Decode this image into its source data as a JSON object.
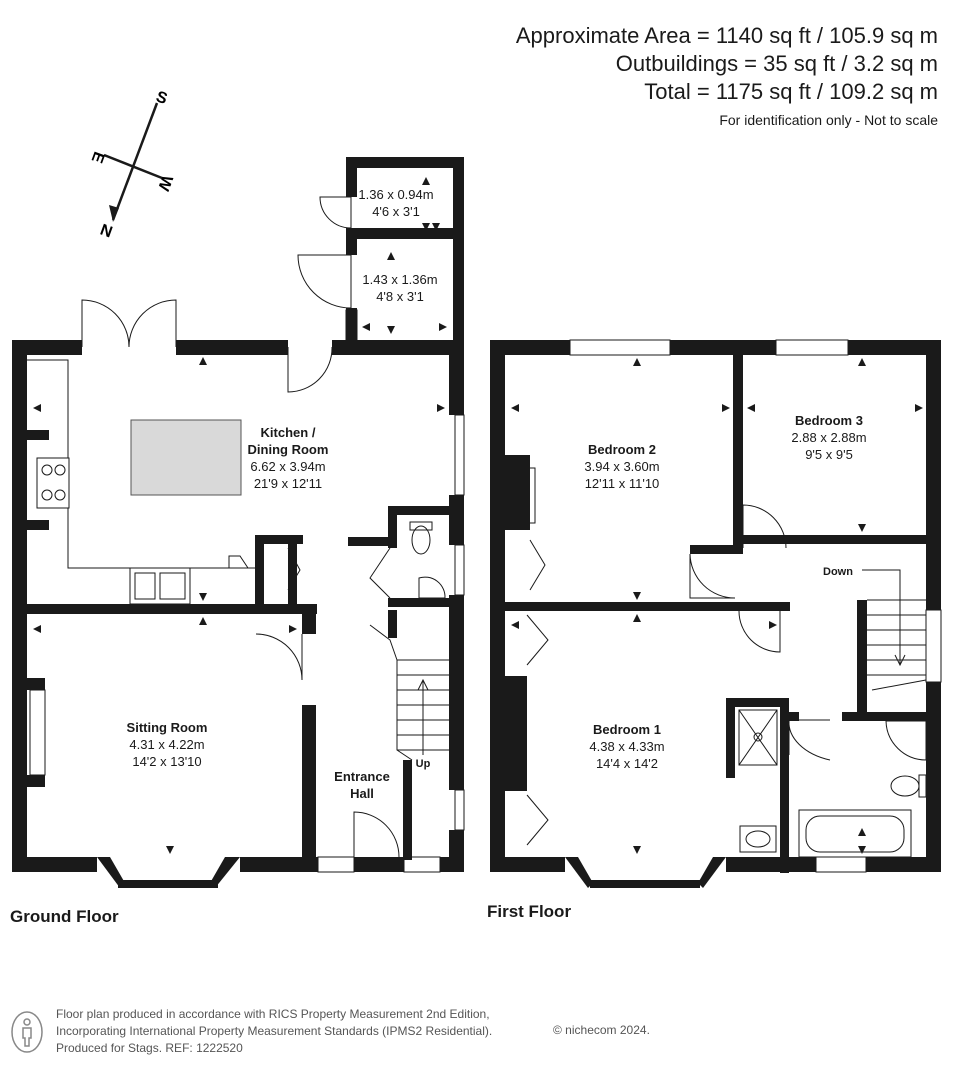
{
  "summary": {
    "approx_area": "Approximate Area = 1140 sq ft / 105.9 sq m",
    "outbuildings": "Outbuildings = 35 sq ft / 3.2 sq m",
    "total": "Total = 1175 sq ft / 109.2 sq m",
    "disclaimer": "For identification only - Not to scale"
  },
  "compass": {
    "s": "S",
    "e": "E",
    "w": "W",
    "n": "N"
  },
  "floors": {
    "ground": "Ground Floor",
    "first": "First Floor"
  },
  "rooms": {
    "outbuilding_1": {
      "metric": "1.36 x 0.94m",
      "imperial": "4'6 x 3'1"
    },
    "outbuilding_2": {
      "metric": "1.43 x 1.36m",
      "imperial": "4'8 x 3'1"
    },
    "kitchen": {
      "name_line1": "Kitchen /",
      "name_line2": "Dining Room",
      "metric": "6.62 x 3.94m",
      "imperial": "21'9 x 12'11"
    },
    "sitting": {
      "name": "Sitting Room",
      "metric": "4.31 x 4.22m",
      "imperial": "14'2 x 13'10"
    },
    "hall": {
      "name_line1": "Entrance",
      "name_line2": "Hall",
      "stairs": "Up"
    },
    "bedroom2": {
      "name": "Bedroom 2",
      "metric": "3.94 x 3.60m",
      "imperial": "12'11 x 11'10"
    },
    "bedroom3": {
      "name": "Bedroom 3",
      "metric": "2.88 x 2.88m",
      "imperial": "9'5 x 9'5"
    },
    "bedroom1": {
      "name": "Bedroom 1",
      "metric": "4.38 x 4.33m",
      "imperial": "14'4 x 14'2"
    },
    "landing": {
      "stairs": "Down"
    }
  },
  "footer": {
    "line1": "Floor plan produced in accordance with RICS Property Measurement 2nd Edition,",
    "line2": "Incorporating International Property Measurement Standards (IPMS2 Residential).",
    "line3": "Produced for Stags.   REF: 1222520",
    "copyright": "© nichecom 2024."
  }
}
